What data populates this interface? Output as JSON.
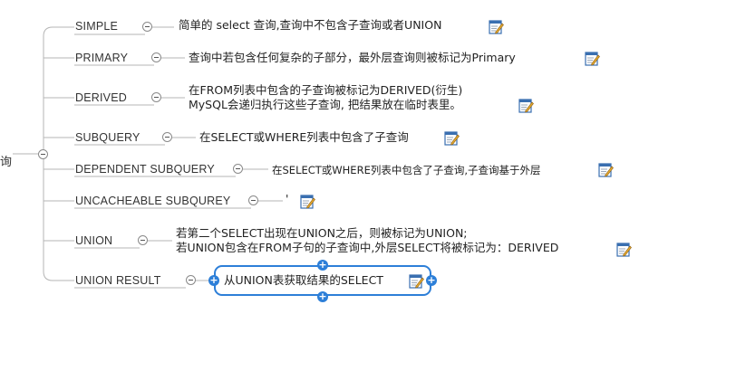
{
  "root": {
    "label": "询"
  },
  "rows": [
    {
      "label": "SIMPLE",
      "note_lines": [
        "简单的 select 查询,查询中不包含子查询或者UNION"
      ],
      "icon": "edit-note-icon"
    },
    {
      "label": "PRIMARY",
      "note_lines": [
        "查询中若包含任何复杂的子部分，最外层查询则被标记为Primary"
      ],
      "icon": "edit-note-icon"
    },
    {
      "label": "DERIVED",
      "note_lines": [
        "在FROM列表中包含的子查询被标记为DERIVED(衍生)",
        "MySQL会递归执行这些子查询, 把结果放在临时表里。"
      ],
      "icon": "edit-note-icon"
    },
    {
      "label": "SUBQUERY",
      "note_lines": [
        "在SELECT或WHERE列表中包含了子查询"
      ],
      "icon": "edit-note-icon"
    },
    {
      "label": "DEPENDENT SUBQUERY",
      "note_lines": [
        "在SELECT或WHERE列表中包含了子查询,子查询基于外层"
      ],
      "icon": "edit-note-icon"
    },
    {
      "label": "UNCACHEABLE SUBQUREY",
      "note_lines": [
        "'"
      ],
      "icon": "edit-note-icon"
    },
    {
      "label": "UNION",
      "note_lines": [
        "若第二个SELECT出现在UNION之后，则被标记为UNION;",
        "若UNION包含在FROM子句的子查询中,外层SELECT将被标记为：DERIVED"
      ],
      "icon": "edit-note-icon"
    },
    {
      "label": "UNION RESULT",
      "note_lines": [
        "从UNION表获取结果的SELECT"
      ],
      "icon": "edit-note-icon",
      "selected": true
    }
  ],
  "colors": {
    "line": "#b5b5b5",
    "selection": "#2d7fd8",
    "icon_body": "#3a6fb0",
    "icon_pencil": "#e2a92e"
  }
}
